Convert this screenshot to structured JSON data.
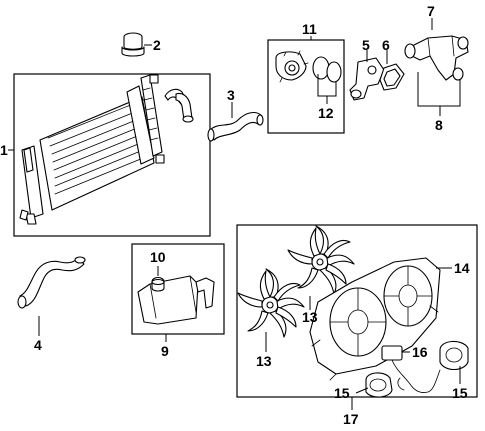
{
  "callouts": {
    "c1": "1",
    "c2": "2",
    "c3": "3",
    "c4": "4",
    "c5": "5",
    "c6": "6",
    "c7": "7",
    "c8": "8",
    "c9": "9",
    "c10": "10",
    "c11": "11",
    "c12": "12",
    "c13a": "13",
    "c13b": "13",
    "c14": "14",
    "c15a": "15",
    "c15b": "15",
    "c16": "16",
    "c17": "17"
  }
}
